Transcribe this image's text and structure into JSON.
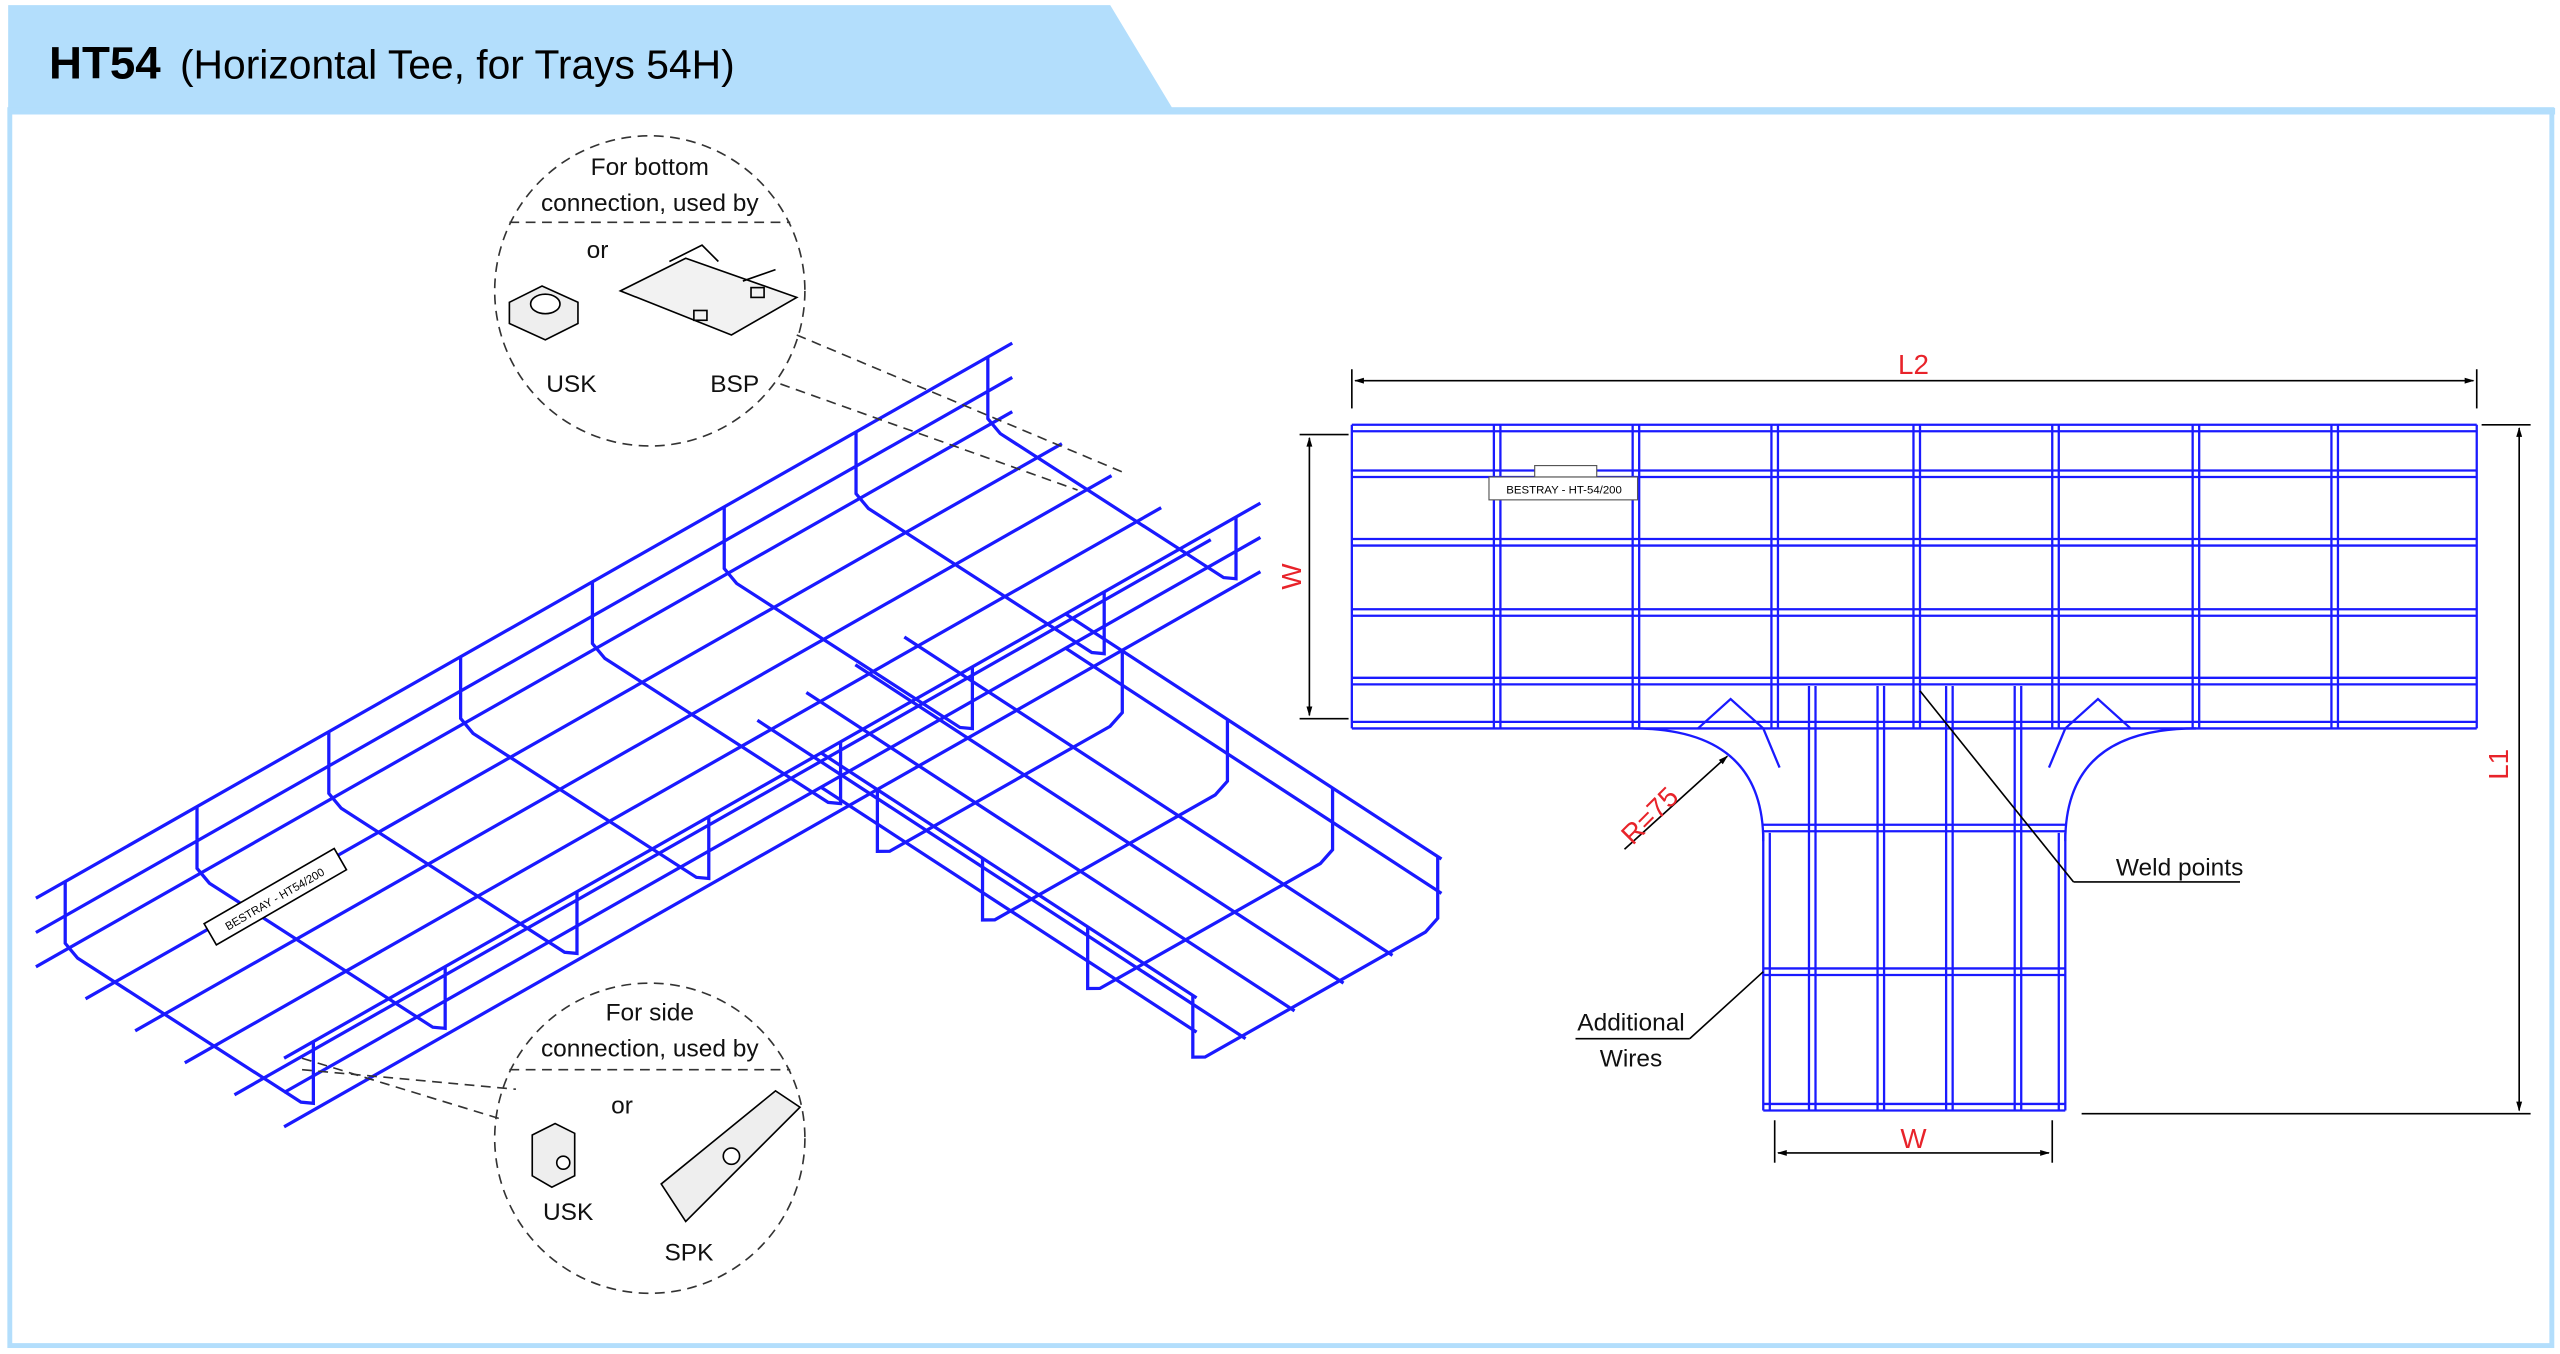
{
  "header": {
    "code": "HT54",
    "subtitle": "(Horizontal Tee, for Trays 54H)",
    "tab_color": "#b3defc"
  },
  "iso_view": {
    "tag_label": "BESTRAY - HT54/200",
    "bottom_callout": {
      "line1": "For bottom",
      "line2": "connection, used by",
      "or": "or",
      "part_a": "USK",
      "part_b": "BSP"
    },
    "side_callout": {
      "line1": "For side",
      "line2": "connection, used by",
      "or": "or",
      "part_a": "USK",
      "part_b": "SPK"
    }
  },
  "plan_view": {
    "tag_label": "BESTRAY - HT-54/200",
    "dim_l2": "L2",
    "dim_w_side": "W",
    "dim_l1": "L1",
    "dim_w_bottom": "W",
    "radius": "R=75",
    "weld_points": "Weld points",
    "additional_wires_1": "Additional",
    "additional_wires_2": "Wires"
  },
  "colors": {
    "wire": "#1a1aff",
    "dimension": "#e8232a",
    "frame": "#b3defc"
  }
}
